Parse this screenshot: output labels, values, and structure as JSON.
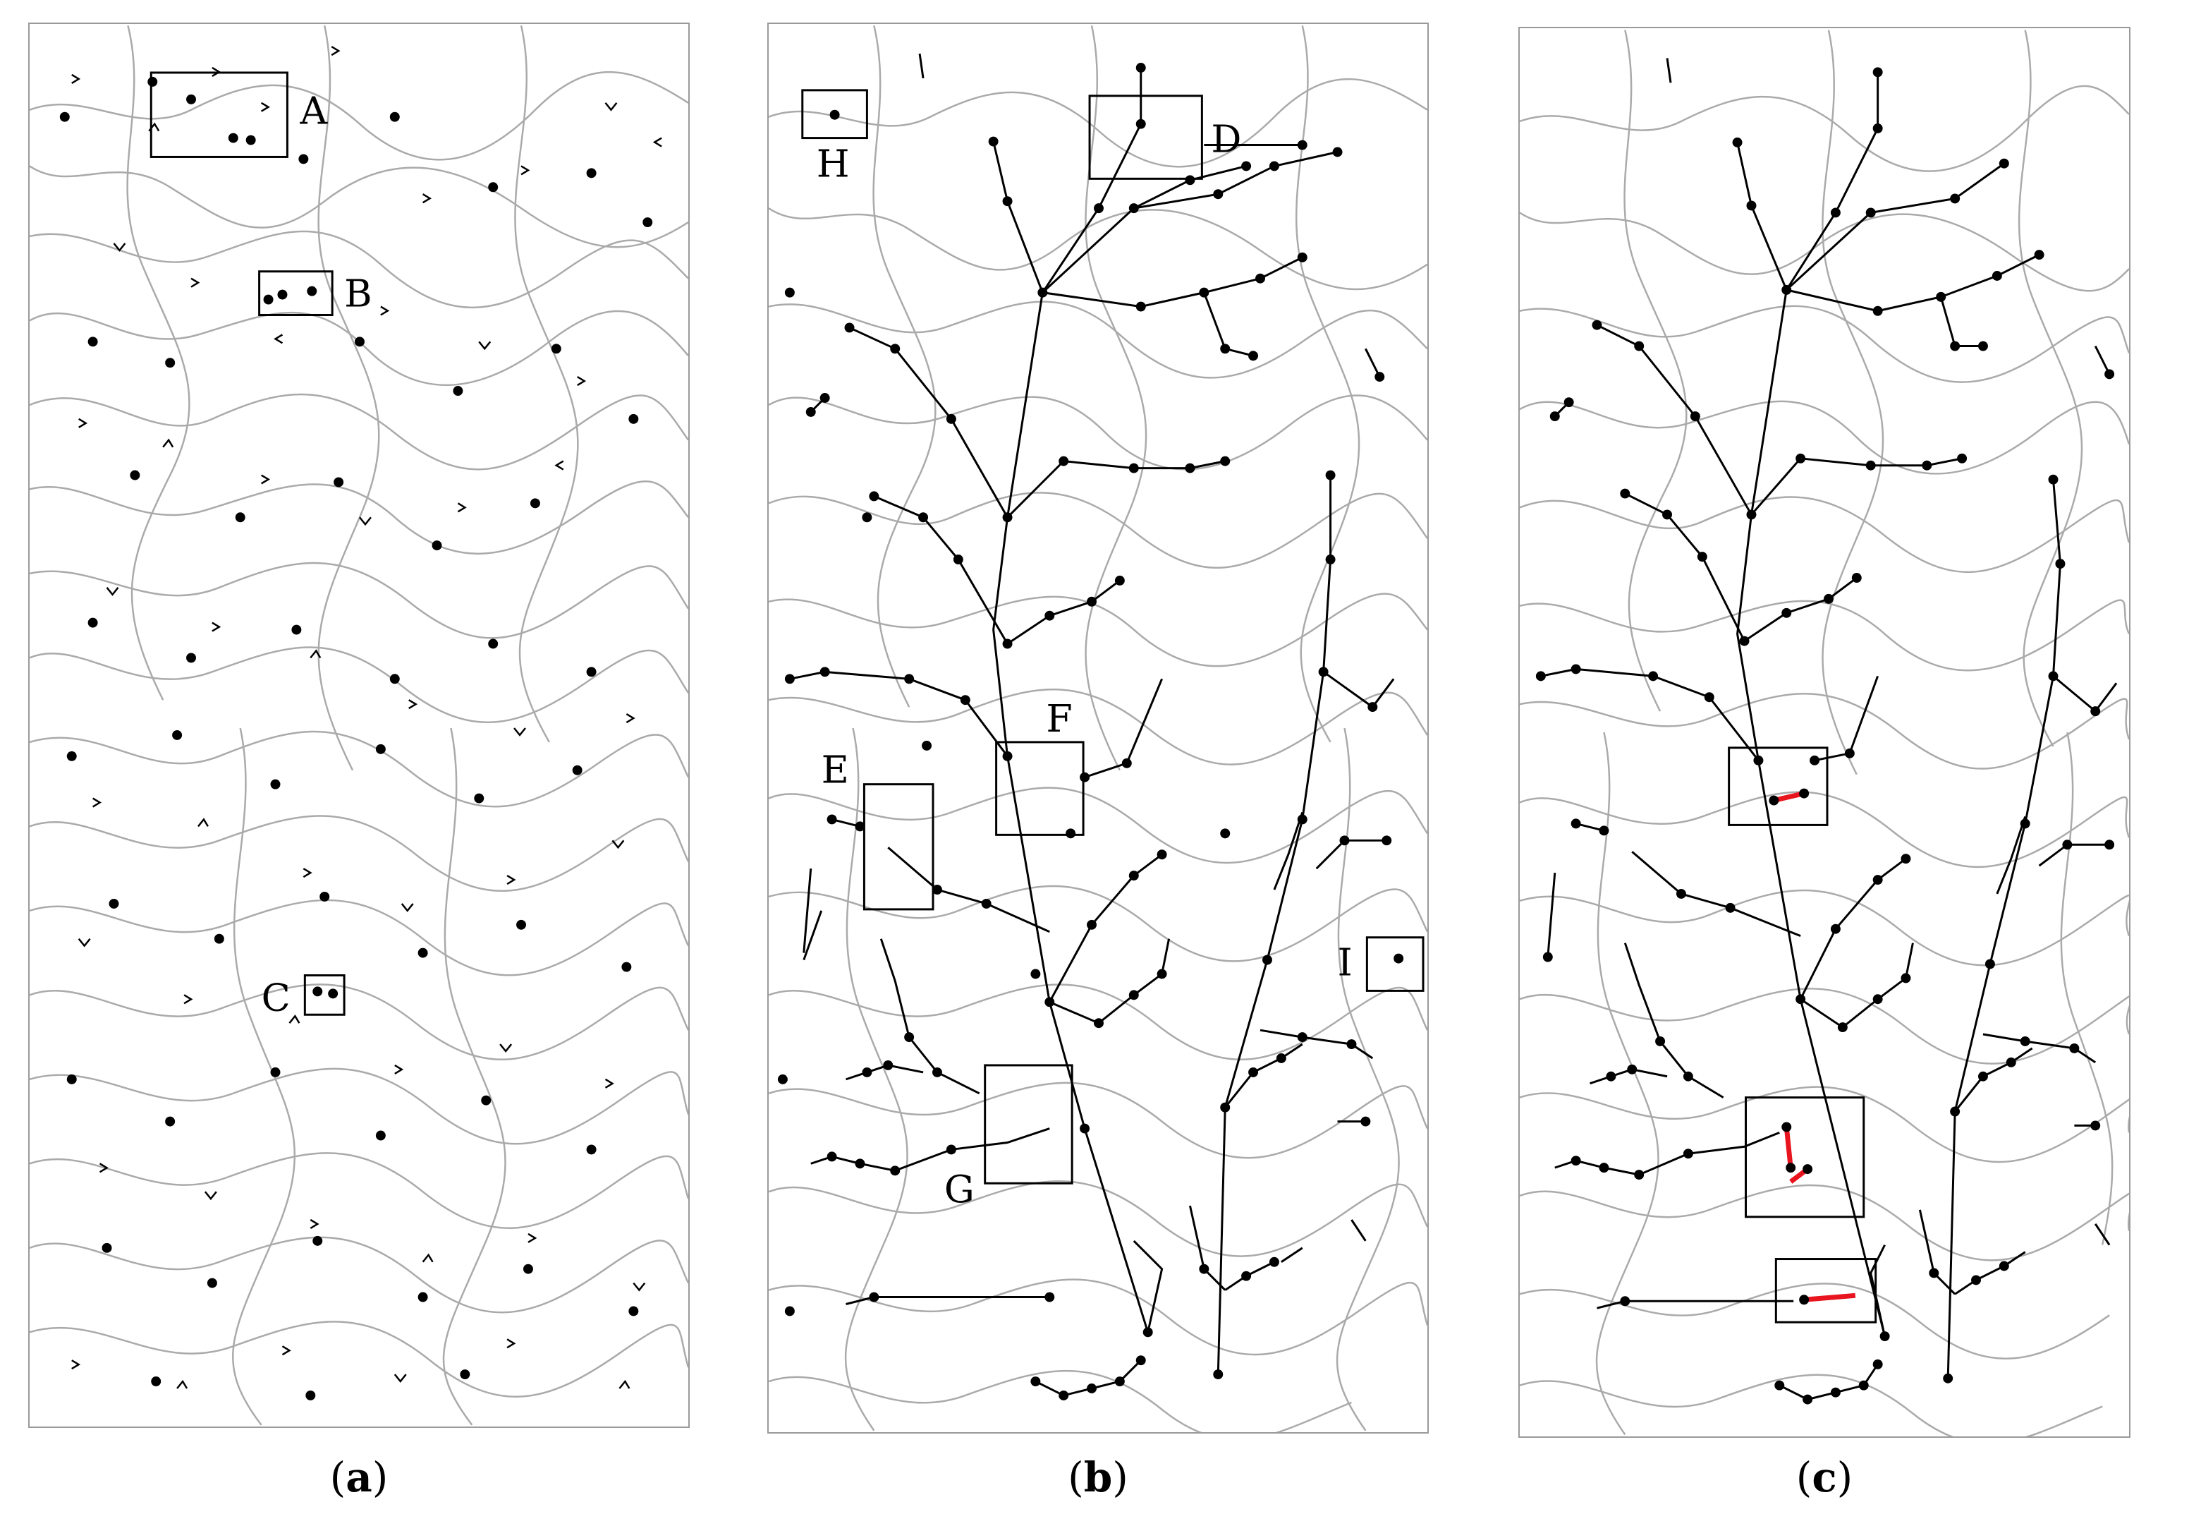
{
  "panels": [
    {
      "id": "a",
      "caption_letter": "a",
      "box_labels": [
        "A",
        "B",
        "C"
      ]
    },
    {
      "id": "b",
      "caption_letter": "b",
      "box_labels": [
        "D",
        "E",
        "F",
        "G",
        "H",
        "I"
      ]
    },
    {
      "id": "c",
      "caption_letter": "c",
      "box_labels": []
    }
  ],
  "colors": {
    "contour": "#aaaaaa",
    "network": "#000000",
    "highlight": "#e8141e",
    "frame": "#9a9a9a"
  }
}
